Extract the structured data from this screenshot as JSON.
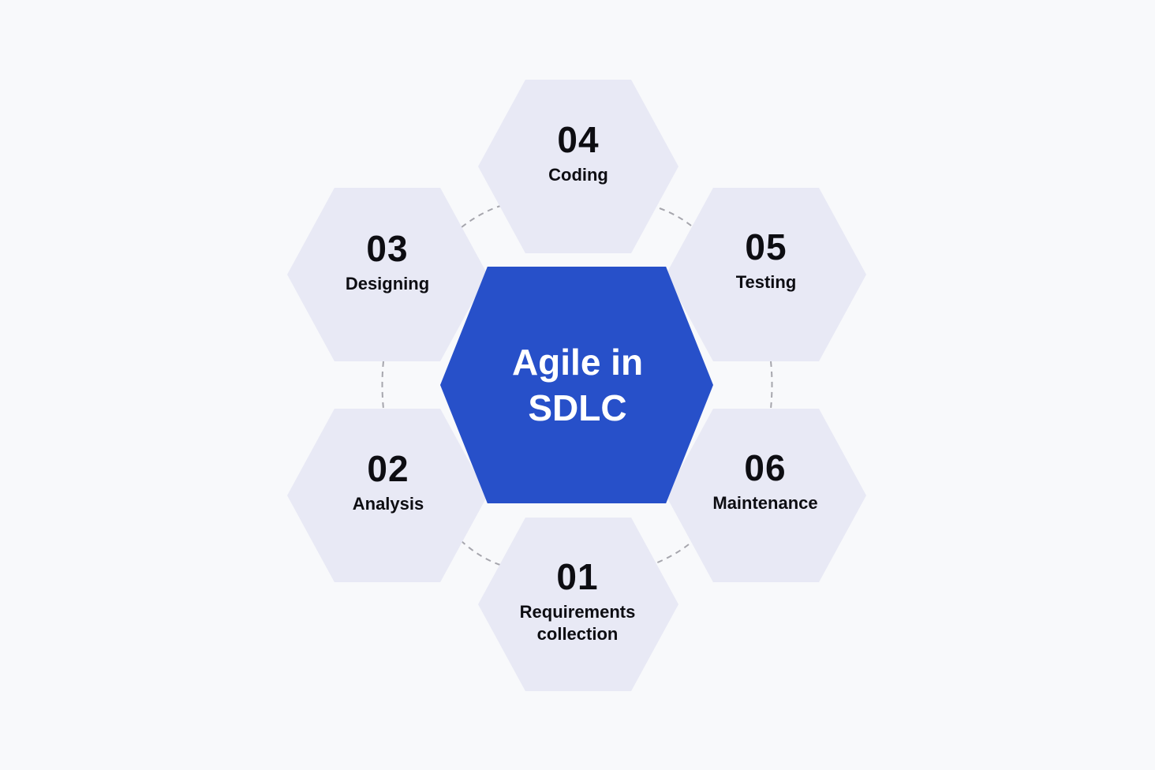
{
  "center": {
    "line1": "Agile in",
    "line2": "SDLC",
    "color": "#2750c9"
  },
  "steps": [
    {
      "num": "01",
      "name": "Requirements",
      "name2": "collection"
    },
    {
      "num": "02",
      "name": "Analysis",
      "name2": ""
    },
    {
      "num": "03",
      "name": "Designing",
      "name2": ""
    },
    {
      "num": "04",
      "name": "Coding",
      "name2": ""
    },
    {
      "num": "05",
      "name": "Testing",
      "name2": ""
    },
    {
      "num": "06",
      "name": "Maintenance",
      "name2": ""
    }
  ],
  "colors": {
    "background": "#f8f9fb",
    "step_fill": "#e8e9f5",
    "text": "#0d0d12",
    "connector": "#a6a6ad"
  }
}
